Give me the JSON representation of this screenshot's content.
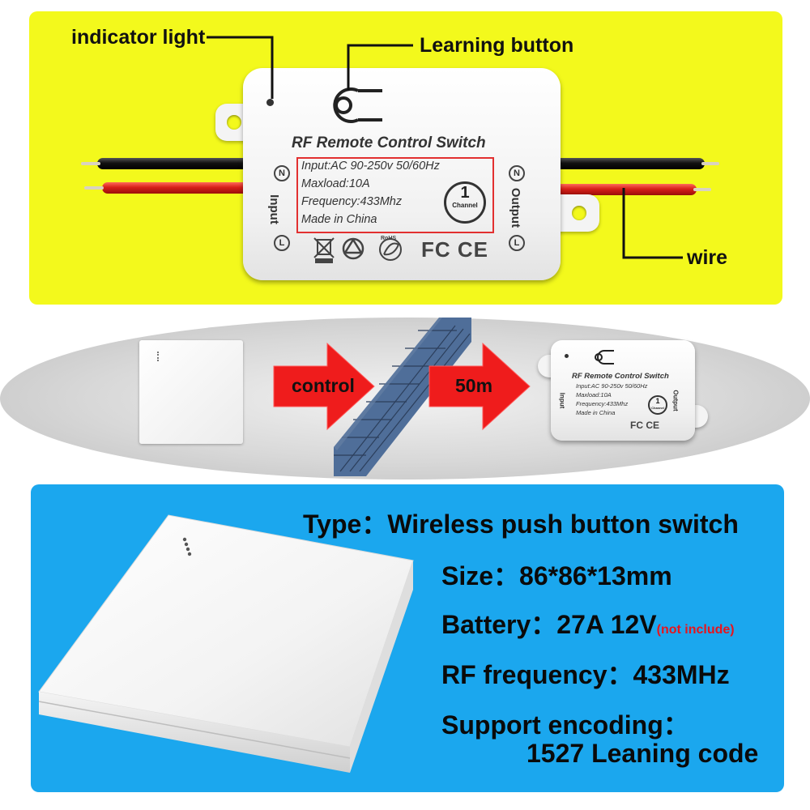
{
  "top_panel": {
    "callouts": {
      "indicator_light": "indicator light",
      "learning_button": "Learning button",
      "wire": "wire"
    },
    "module": {
      "title": "RF Remote Control Switch",
      "spec_lines": [
        "Input:AC 90-250v 50/60Hz",
        "Maxload:10A",
        "Frequency:433Mhz",
        "Made in China"
      ],
      "input_label": "Input",
      "output_label": "Output",
      "n_letter": "N",
      "l_letter": "L",
      "channel_number": "1",
      "channel_text": "Channel",
      "certifications": "FC CE",
      "rohs": "RoHS"
    },
    "colors": {
      "background": "#f3f91c",
      "wire_black": "#111111",
      "wire_red": "#d8201a",
      "spec_border": "#e23030"
    }
  },
  "middle_panel": {
    "arrow1_label": "control",
    "arrow2_label": "50m",
    "small_module": {
      "title": "RF Remote Control Switch",
      "spec_lines": [
        "Input:AC 90-250v 50/60Hz",
        "Maxload:10A",
        "Frequency:433Mhz",
        "Made in China"
      ],
      "input_label": "Input",
      "output_label": "Output",
      "channel_number": "1",
      "channel_text": "Channel",
      "certifications": "FC CE"
    },
    "colors": {
      "arrow": "#ef1c1c",
      "wall": "#5f7fa8"
    }
  },
  "bottom_panel": {
    "specs": {
      "type_label": "Type：",
      "type_value": "Wireless push button switch",
      "size_label": "Size：",
      "size_value": "86*86*13mm",
      "battery_label": "Battery：",
      "battery_value": "27A 12V",
      "battery_note": "(not include)",
      "rf_label": "RF frequency：",
      "rf_value": "433MHz",
      "encoding_label": "Support encoding：",
      "encoding_value": "1527 Leaning code"
    },
    "colors": {
      "background": "#1ba7ee",
      "note": "#e8141c"
    }
  }
}
